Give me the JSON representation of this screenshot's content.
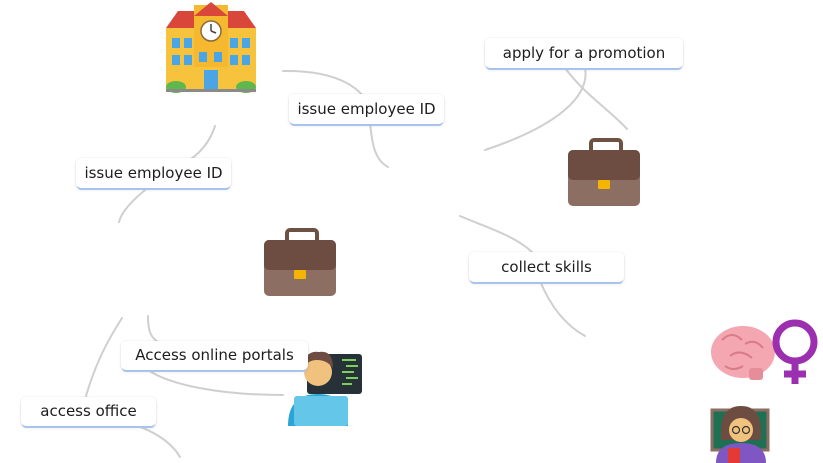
{
  "nodes": {
    "apply_promotion": "apply for a promotion",
    "issue_id_top": "issue employee ID",
    "issue_id_left": "issue employee ID",
    "collect_skills": "collect skills",
    "online_portals": "Access online portals",
    "access_office": "access office"
  },
  "icons": [
    "school-building-icon",
    "briefcase-icon",
    "briefcase-icon",
    "technologist-icon",
    "brain-icon",
    "female-sign-icon",
    "teacher-icon"
  ],
  "colors": {
    "edge": "#cfcfcf",
    "node_underline": "#b5d3ff"
  }
}
